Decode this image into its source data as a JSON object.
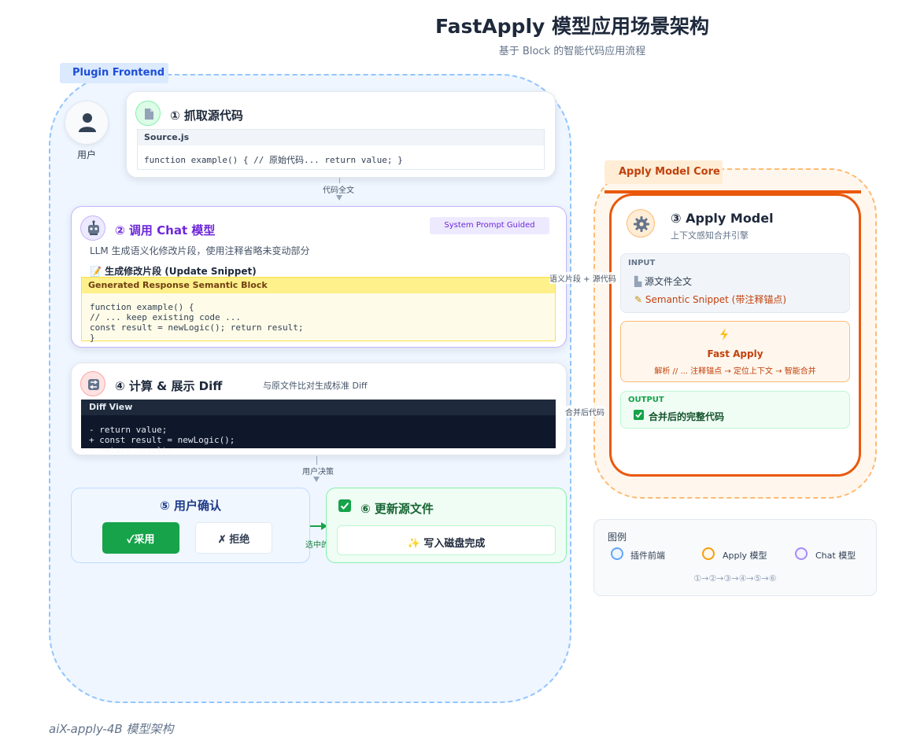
{
  "header": {
    "title": "FastApply 模型应用场景架构",
    "subtitle": "基于 Block 的智能代码应用流程"
  },
  "frontend": {
    "tag": "Plugin Frontend",
    "user_label": "用户"
  },
  "step1": {
    "title": "① 抓取源代码",
    "file_name": "Source.js",
    "code": "function example() { // 原始代码... return value; }"
  },
  "flow": {
    "label_1_2": "代码全文",
    "label_4_5": "用户决策",
    "label_5_6": "选中的修改",
    "label_to_core": "语义片段 + 源代码",
    "label_from_core": "合并后代码"
  },
  "step2": {
    "title": "② 调用 Chat 模型",
    "badge": "System Prompt Guided",
    "description": "LLM 生成语义化修改片段，使用注释省略未变动部分",
    "snippet_label": "📝 生成修改片段 (Update Snippet)",
    "block_title": "Generated Response Semantic Block",
    "code_lines": [
      "function example() {",
      "// ... keep existing code ...",
      "const result = newLogic(); return result;",
      "}"
    ]
  },
  "step4": {
    "title": "④ 计算 & 展示 Diff",
    "description": "与原文件比对生成标准 Diff",
    "panel_title": "Diff View",
    "lines": [
      "- return value;",
      "+ const result = newLogic();",
      "+ return result;"
    ]
  },
  "step5": {
    "title": "⑤ 用户确认",
    "accept_label": "✓采用",
    "reject_label": "✗ 拒绝"
  },
  "step6": {
    "title": "⑥ 更新源文件",
    "action": "✨ 写入磁盘完成"
  },
  "core": {
    "tag": "Apply Model Core",
    "title": "③ Apply Model",
    "subtitle": "上下文感知合并引擎",
    "input_label": "INPUT",
    "input_items": [
      "源文件全文",
      "Semantic Snippet (带注释锚点)"
    ],
    "process_title": "Fast Apply",
    "process_desc": "解析 // ... 注释锚点 → 定位上下文 → 智能合并",
    "output_label": "OUTPUT",
    "output_text": "合并后的完整代码"
  },
  "legend": {
    "title": "图例",
    "items": [
      {
        "label": "插件前端",
        "color": "#60a5fa"
      },
      {
        "label": "Apply 模型",
        "color": "#f59e0b"
      },
      {
        "label": "Chat 模型",
        "color": "#a78bfa"
      }
    ],
    "sequence": "①→②→③→④→⑤→⑥"
  },
  "caption": "aiX-apply-4B 模型架构",
  "icons": [
    "user-icon",
    "file-icon",
    "robot-icon",
    "diff-icon",
    "gear-icon",
    "lightning-icon",
    "check-icon",
    "pencil-icon",
    "sparkle-icon"
  ]
}
